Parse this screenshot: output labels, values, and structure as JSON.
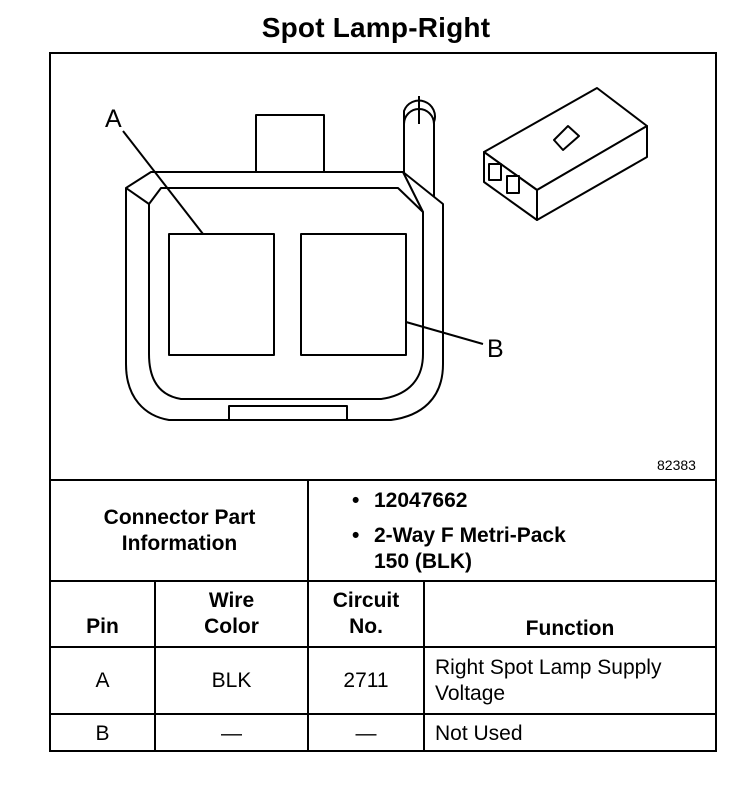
{
  "title": "Spot Lamp-Right",
  "figure_number": "82383",
  "callouts": {
    "a": "A",
    "b": "B"
  },
  "connector_info": {
    "label_line1": "Connector Part",
    "label_line2": "Information",
    "items": [
      {
        "bullet": "•",
        "text": "12047662"
      },
      {
        "bullet": "•",
        "text_line1": "2-Way F Metri-Pack",
        "text_line2": "150 (BLK)"
      }
    ]
  },
  "table": {
    "headers": {
      "pin": "Pin",
      "wire_color_line1": "Wire",
      "wire_color_line2": "Color",
      "circuit_line1": "Circuit",
      "circuit_line2": "No.",
      "function": "Function"
    },
    "rows": [
      {
        "pin": "A",
        "wire_color": "BLK",
        "circuit": "2711",
        "function_line1": "Right Spot Lamp Supply",
        "function_line2": "Voltage"
      },
      {
        "pin": "B",
        "wire_color": "—",
        "circuit": "—",
        "function": "Not Used"
      }
    ]
  }
}
